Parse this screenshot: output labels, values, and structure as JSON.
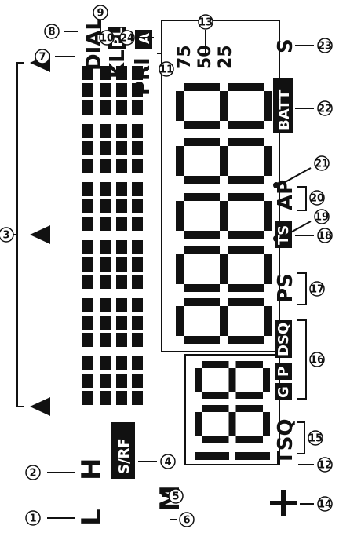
{
  "indicators": {
    "L": "L",
    "H": "H",
    "S_RF": "S/RF",
    "M": "M",
    "DIAL": "DIAL",
    "KL": "KL",
    "PL": "PL",
    "PRI": "PRI",
    "A": "A",
    "mhz_sub": [
      "75",
      "50",
      "25"
    ],
    "S": "S",
    "BATT": "BATT",
    "AP": "AP",
    "TS": "TS",
    "PS": "PS",
    "DSQ": "DSQ",
    "P": "P",
    "G": "G",
    "TSQ": "TSQ"
  },
  "callouts": [
    "1",
    "2",
    "3",
    "4",
    "5",
    "6",
    "7",
    "8",
    "9",
    "10",
    "11",
    "12",
    "13",
    "14",
    "15",
    "16",
    "17",
    "18",
    "19",
    "20",
    "21",
    "22",
    "23",
    "24"
  ]
}
